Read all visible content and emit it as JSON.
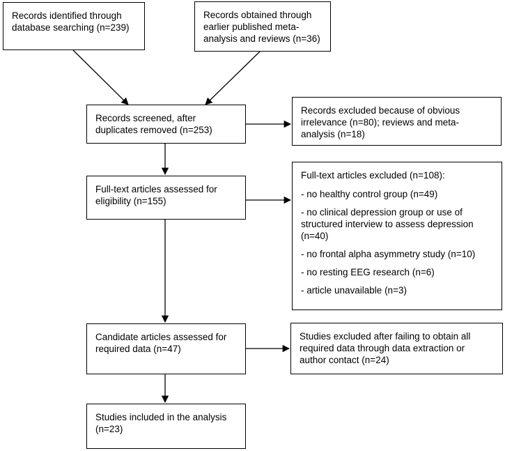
{
  "diagram": {
    "boxes": {
      "database_search": {
        "text": "Records identified through database searching (n=239)"
      },
      "earlier_meta": {
        "text": "Records obtained through earlier published meta-analysis and reviews (n=36)"
      },
      "screened": {
        "text": "Records screened, after duplicates removed (n=253)"
      },
      "excluded_irrelevance": {
        "text": "Records excluded because of obvious irrelevance (n=80); reviews and meta-analysis (n=18)"
      },
      "fulltext_assessed": {
        "text": "Full-text articles assessed for eligibility (n=155)"
      },
      "fulltext_excluded": {
        "title": "Full-text articles excluded (n=108):",
        "items": [
          "- no healthy control group (n=49)",
          "- no clinical depression group or use of structured interview to assess depression (n=40)",
          "- no frontal alpha asymmetry study (n=10)",
          "- no resting EEG research (n=6)",
          "- article unavailable (n=3)"
        ]
      },
      "candidate": {
        "text": "Candidate articles assessed for required data (n=47)"
      },
      "excluded_data": {
        "text": "Studies excluded after failing to obtain all required data through data extraction or author contact (n=24)"
      },
      "included": {
        "text": "Studies included in the analysis (n=23)"
      }
    },
    "colors": {
      "line": "#000000",
      "background": "#ffffff"
    }
  }
}
